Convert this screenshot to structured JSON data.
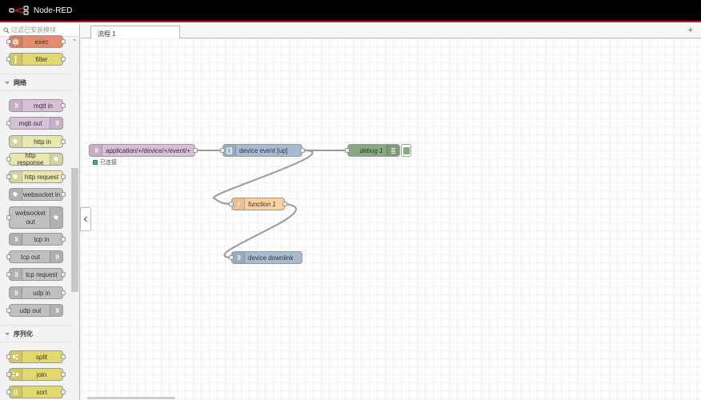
{
  "header": {
    "title": "Node-RED"
  },
  "palette": {
    "search_placeholder": "过滤已安装模块",
    "function_nodes": [
      {
        "label": "exec"
      },
      {
        "label": "filter"
      }
    ],
    "categories": [
      {
        "label": "网络"
      },
      {
        "label": "序列化"
      }
    ],
    "network_nodes": [
      {
        "label": "mqtt in"
      },
      {
        "label": "mqtt out"
      },
      {
        "label": "http in"
      },
      {
        "label": "http response"
      },
      {
        "label": "http request"
      },
      {
        "label": "websocket in"
      },
      {
        "label": "websocket out"
      },
      {
        "label": "tcp in"
      },
      {
        "label": "tcp out"
      },
      {
        "label": "tcp request"
      },
      {
        "label": "udp in"
      },
      {
        "label": "udp out"
      }
    ],
    "serial_nodes": [
      {
        "label": "split"
      },
      {
        "label": "join"
      },
      {
        "label": "sort"
      }
    ]
  },
  "tabs": [
    {
      "label": "流程 1"
    }
  ],
  "flow": {
    "nodes": [
      {
        "label": "application/+/device/+/event/+"
      },
      {
        "label": "device event [up]"
      },
      {
        "label": "debug 1"
      },
      {
        "label": "function 1"
      },
      {
        "label": "device downlink"
      }
    ],
    "status_text": "已连接"
  },
  "colors": {
    "function": "#e2d96e",
    "mqtt": "#d8bfd8",
    "http": "#e7e7ae",
    "network": "#c0c0c0",
    "ttn": "#a6bbcf",
    "debug": "#87a980",
    "fn": "#fdd0a2",
    "status_connected": "#55aa88"
  }
}
